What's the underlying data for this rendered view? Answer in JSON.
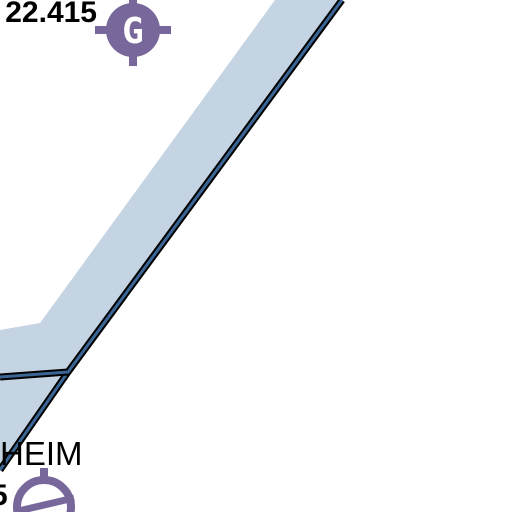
{
  "map": {
    "background_color": "#ffffff",
    "airway": {
      "fill_color": "#c5d4e2",
      "edge_color": "#3a6594",
      "outline_color": "#000000"
    },
    "navaid_color": "#77679a",
    "navaid_top": {
      "symbol": "G",
      "frequency": "22.415",
      "icon": "target-crosshair-icon"
    },
    "navaid_bottom": {
      "name": "HEIM",
      "frequency": "5",
      "icon": "target-crosshair-icon"
    }
  }
}
